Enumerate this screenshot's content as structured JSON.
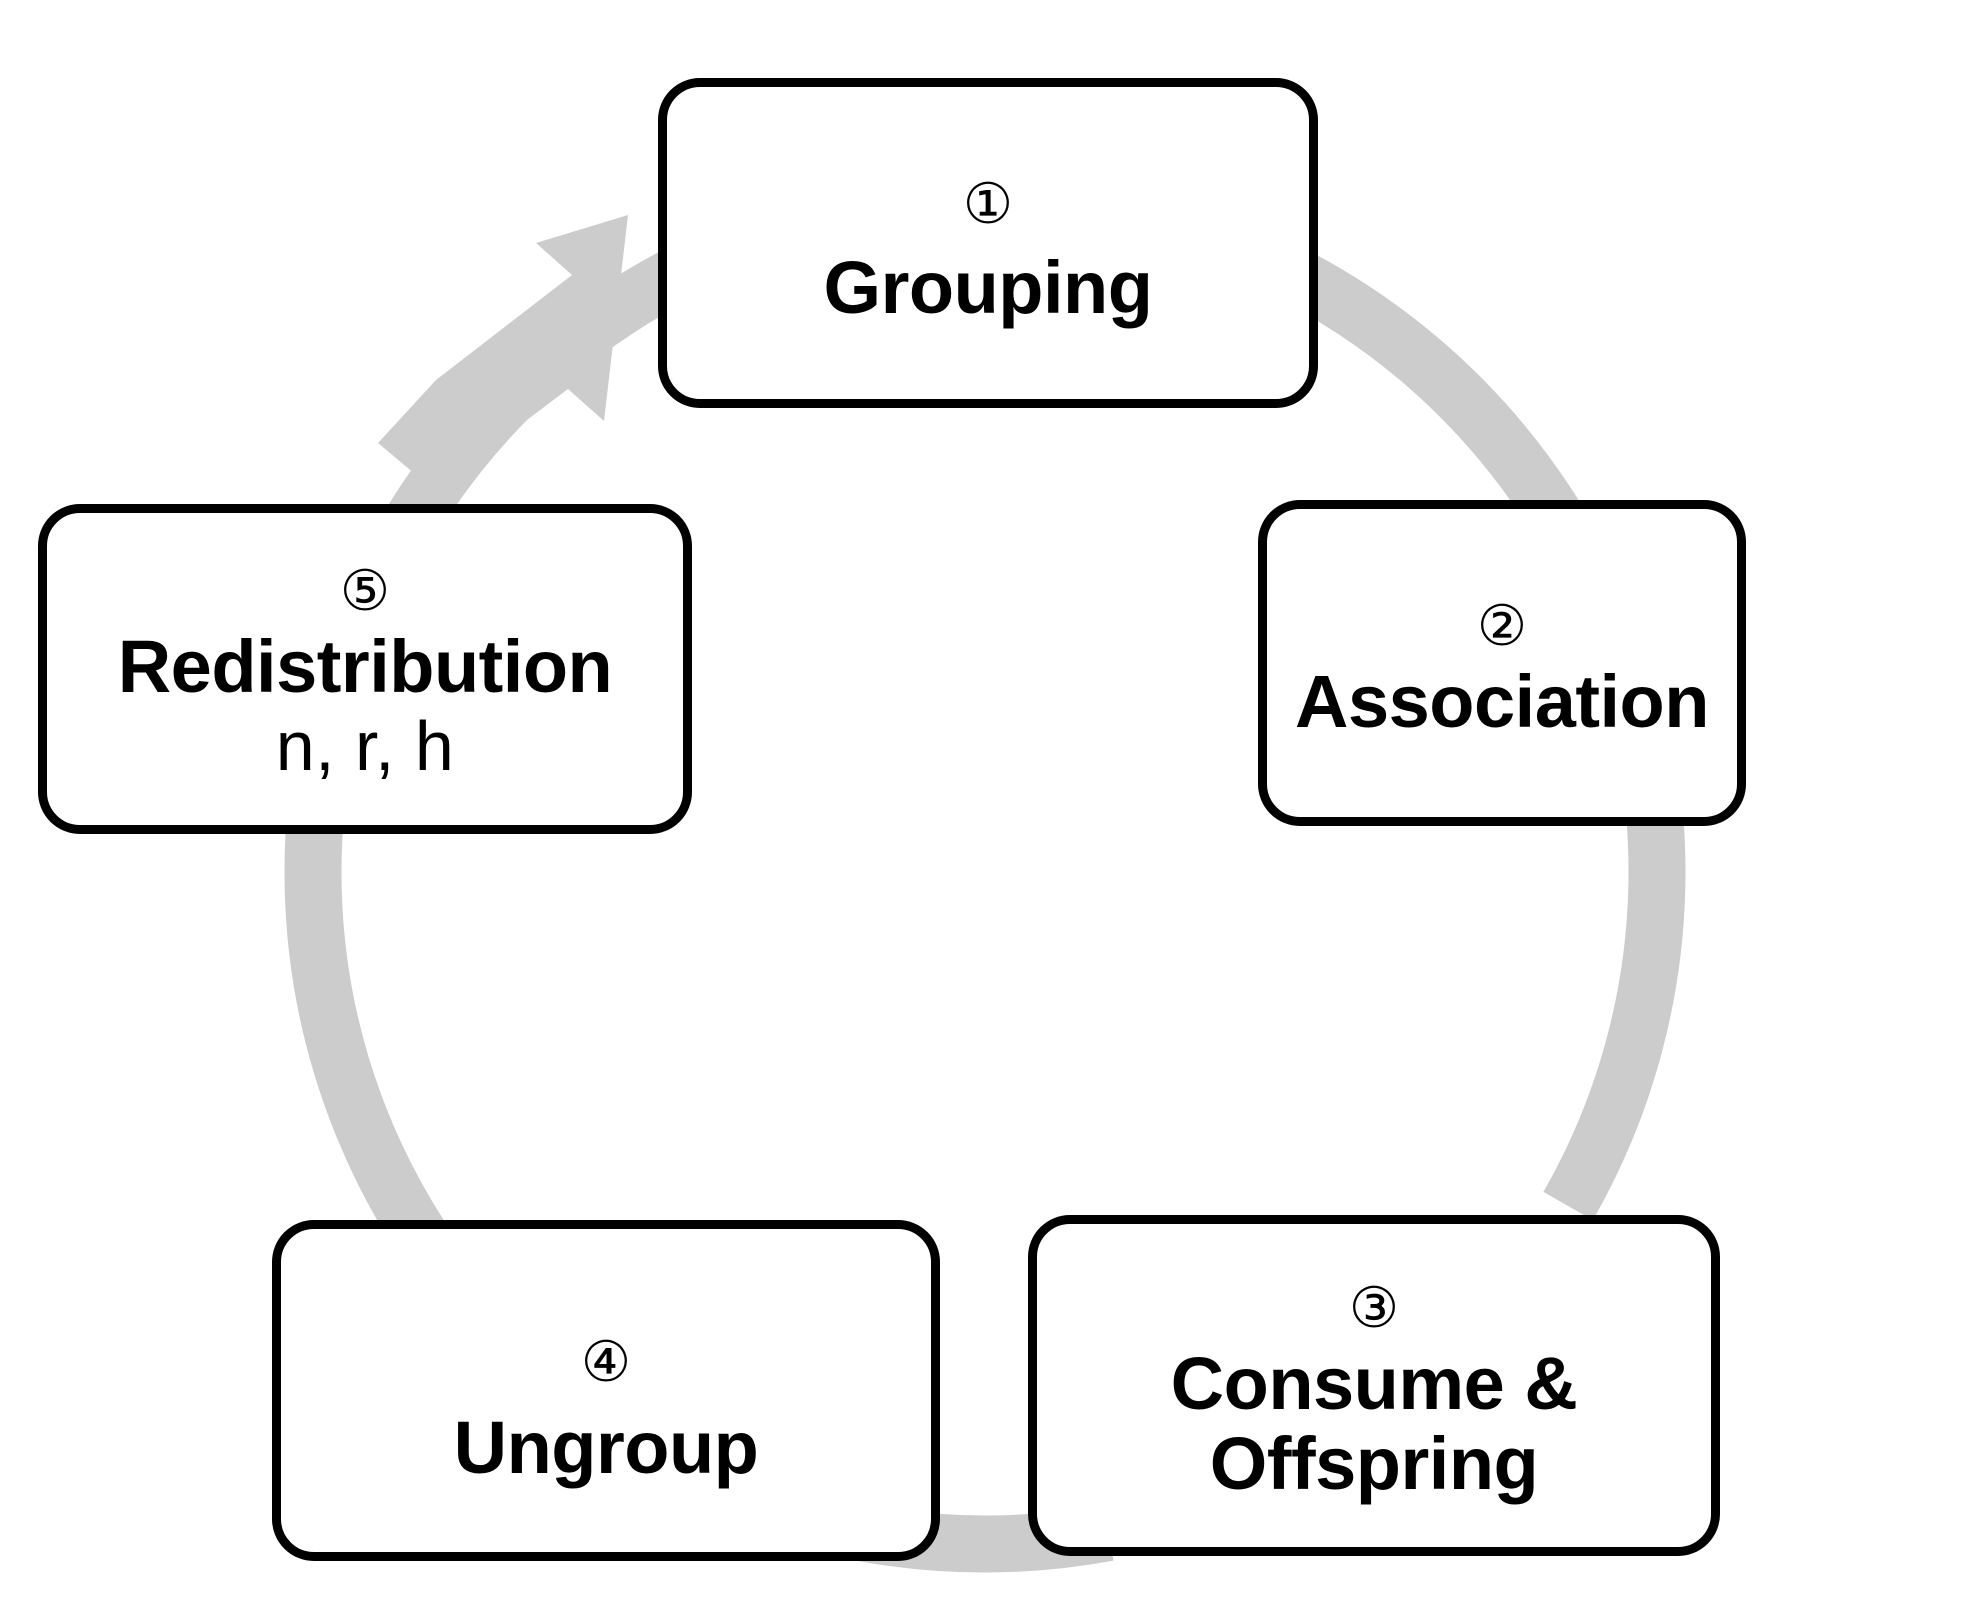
{
  "diagram": {
    "type": "cyclic-process",
    "title": "",
    "direction": "clockwise",
    "ring_color": "#CCCCCC",
    "border_color": "#000000",
    "background_color": "#FFFFFF",
    "arrow": {
      "name": "cycle-arrowhead",
      "points_to": "Grouping",
      "color": "#CCCCCC"
    },
    "steps": [
      {
        "number": "①",
        "number_plain": "1",
        "label": "Grouping",
        "sublabel": "",
        "position": "top"
      },
      {
        "number": "②",
        "number_plain": "2",
        "label": "Association",
        "sublabel": "",
        "position": "right"
      },
      {
        "number": "③",
        "number_plain": "3",
        "label": "Consume &\nOffspring",
        "sublabel": "",
        "position": "bottom-right"
      },
      {
        "number": "④",
        "number_plain": "4",
        "label": "Ungroup",
        "sublabel": "",
        "position": "bottom-left"
      },
      {
        "number": "⑤",
        "number_plain": "5",
        "label": "Redistribution",
        "sublabel": "n, r, h",
        "position": "left"
      }
    ]
  }
}
